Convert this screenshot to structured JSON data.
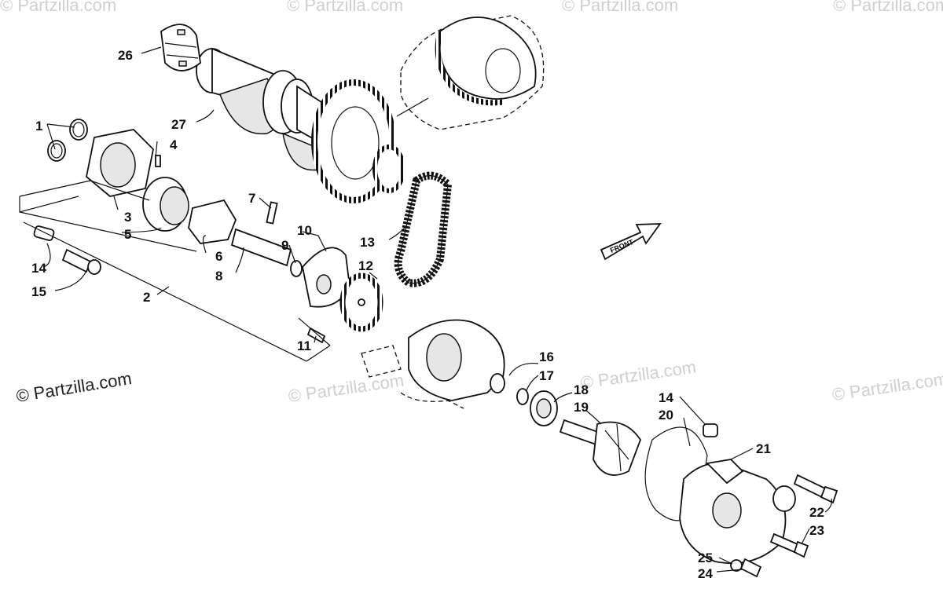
{
  "watermark": "© Partzilla.com",
  "credit": "© Partzilla.com",
  "front_arrow_label": "FRONT",
  "callouts": {
    "c1": "1",
    "c2": "2",
    "c3": "3",
    "c4": "4",
    "c5": "5",
    "c6": "6",
    "c7": "7",
    "c8": "8",
    "c9": "9",
    "c10": "10",
    "c11": "11",
    "c12": "12",
    "c13": "13",
    "c14a": "14",
    "c14b": "14",
    "c15": "15",
    "c16": "16",
    "c17": "17",
    "c18": "18",
    "c19": "19",
    "c20": "20",
    "c21": "21",
    "c22": "22",
    "c23": "23",
    "c24": "24",
    "c25": "25",
    "c26": "26",
    "c27": "27"
  }
}
